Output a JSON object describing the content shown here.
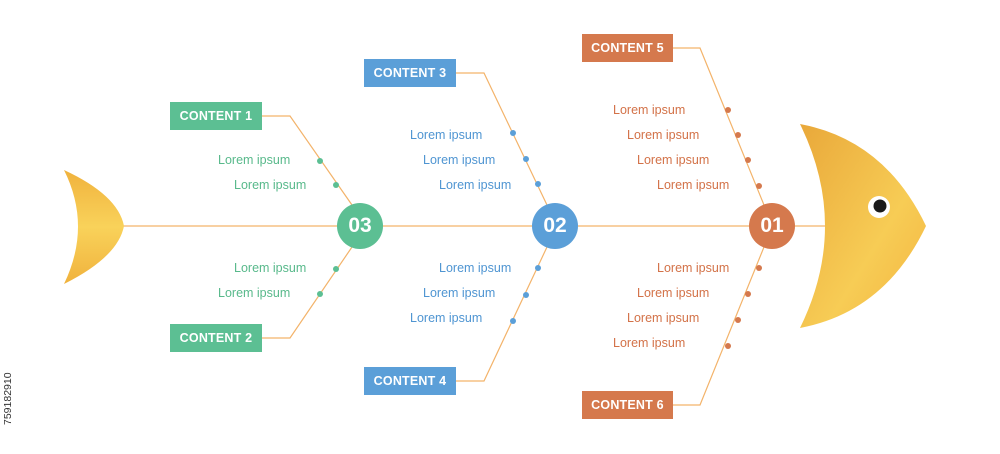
{
  "colors": {
    "green": "#5cbf93",
    "blue": "#5b9fd8",
    "orange": "#d5794d",
    "line": "#f3b36a",
    "fish": "#f2b53f"
  },
  "nodes": [
    "01",
    "02",
    "03"
  ],
  "boxes": {
    "c1": "CONTENT 1",
    "c2": "CONTENT 2",
    "c3": "CONTENT 3",
    "c4": "CONTENT 4",
    "c5": "CONTENT 5",
    "c6": "CONTENT 6"
  },
  "labels": {
    "g_top": [
      "Lorem ipsum",
      "Lorem ipsum"
    ],
    "g_bot": [
      "Lorem ipsum",
      "Lorem ipsum"
    ],
    "b_top": [
      "Lorem ipsum",
      "Lorem ipsum",
      "Lorem ipsum"
    ],
    "b_bot": [
      "Lorem ipsum",
      "Lorem ipsum",
      "Lorem ipsum"
    ],
    "o_top": [
      "Lorem ipsum",
      "Lorem ipsum",
      "Lorem ipsum",
      "Lorem ipsum"
    ],
    "o_bot": [
      "Lorem ipsum",
      "Lorem ipsum",
      "Lorem ipsum",
      "Lorem ipsum"
    ]
  },
  "stock_id": "759182910"
}
